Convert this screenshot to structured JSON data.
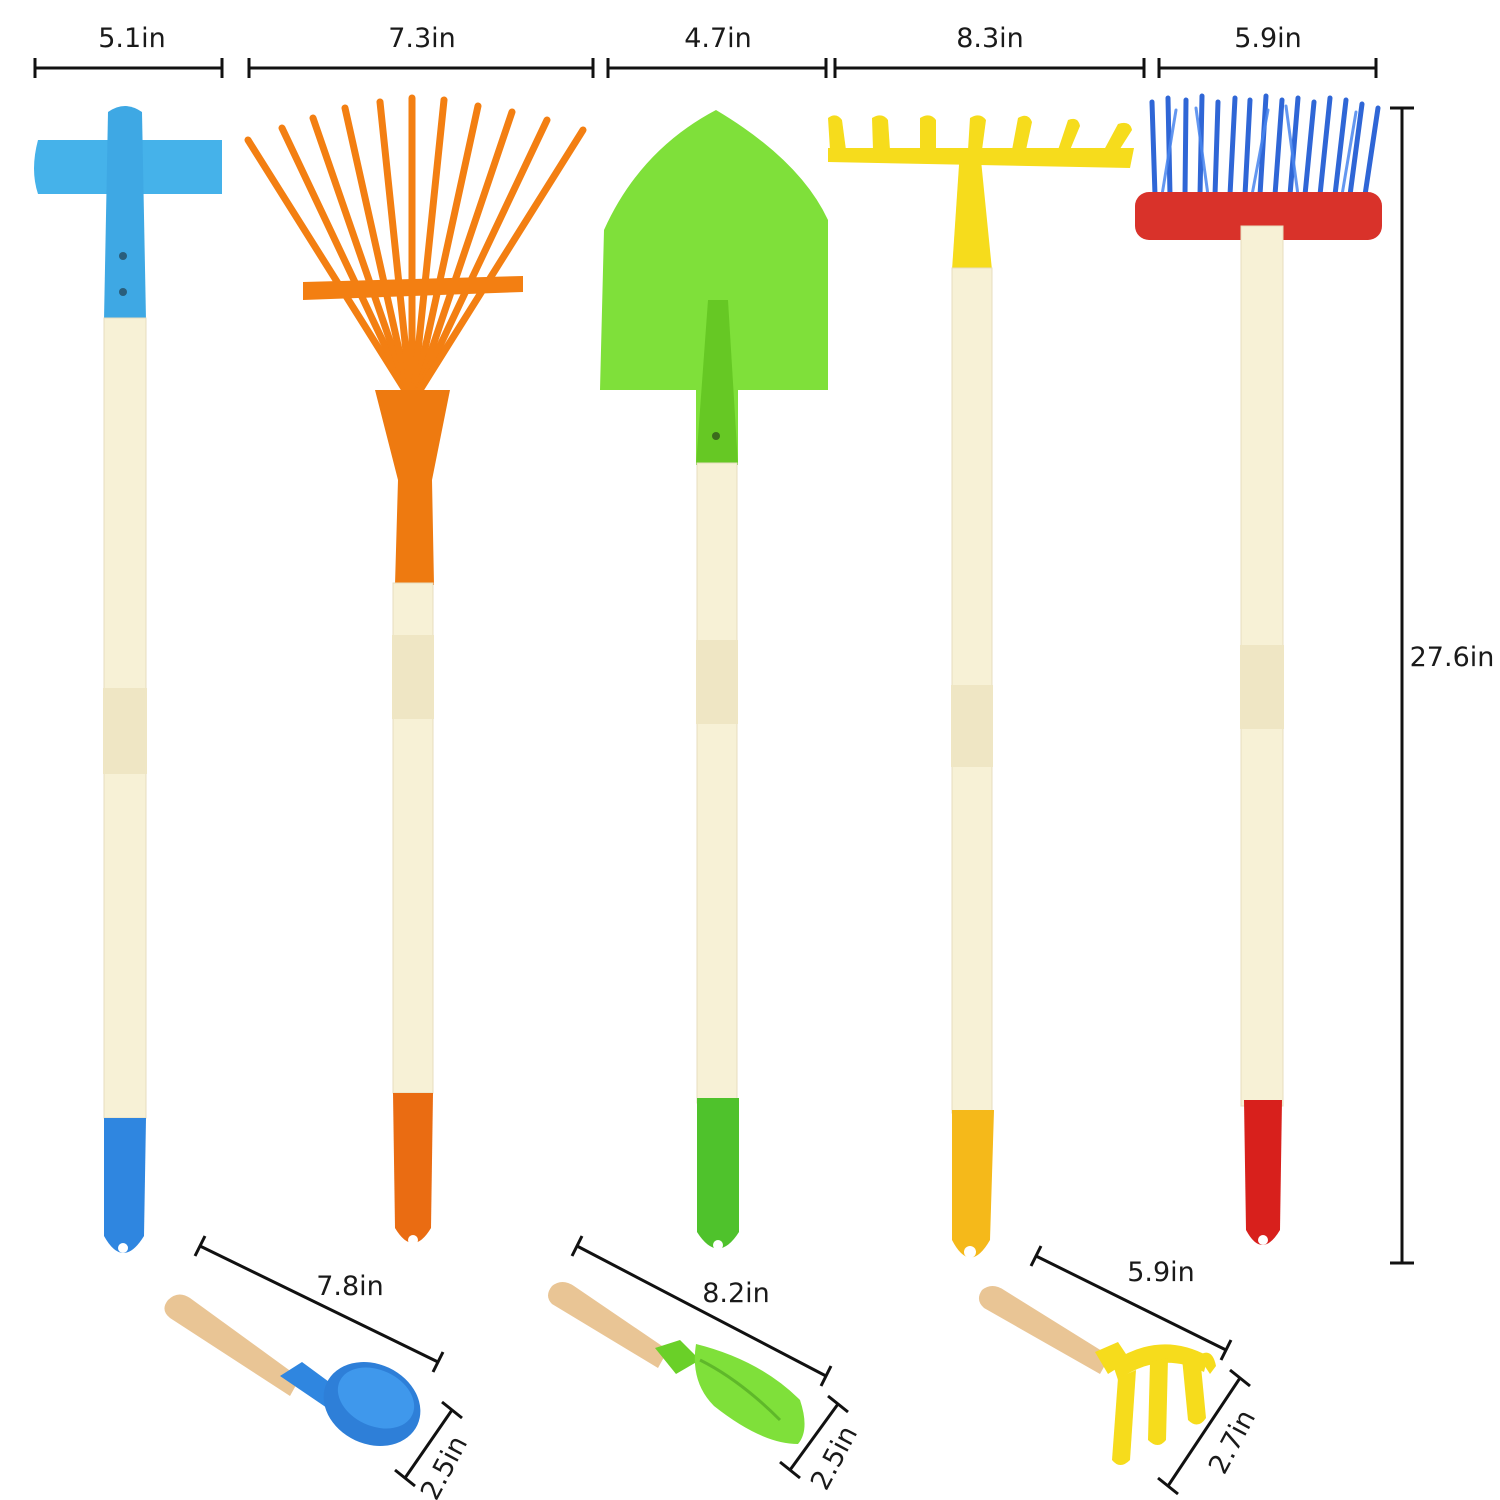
{
  "colors": {
    "hoe": "#45b2ea",
    "rake_leaf": "#f37f12",
    "shovel": "#7fe03a",
    "rake_garden": "#f6dc1c",
    "broom_head": "#d9322a",
    "broom_bristles": "#2f66d6",
    "handle": "#f7f1d6",
    "grip_blue": "#2f86e0",
    "grip_orange": "#ea6c12",
    "grip_green": "#4fc22c",
    "grip_yellow": "#f5b91a",
    "grip_red": "#d8201c",
    "wood": "#e9c595"
  },
  "dimensions": {
    "hoe_width": "5.1in",
    "leaf_rake_width": "7.3in",
    "shovel_width": "4.7in",
    "garden_rake_width": "8.3in",
    "broom_width": "5.9in",
    "long_tool_height": "27.6in",
    "scoop_length": "7.8in",
    "scoop_width": "2.5in",
    "trowel_length": "8.2in",
    "trowel_width": "2.5in",
    "hand_rake_length": "5.9in",
    "hand_rake_width": "2.7in"
  }
}
